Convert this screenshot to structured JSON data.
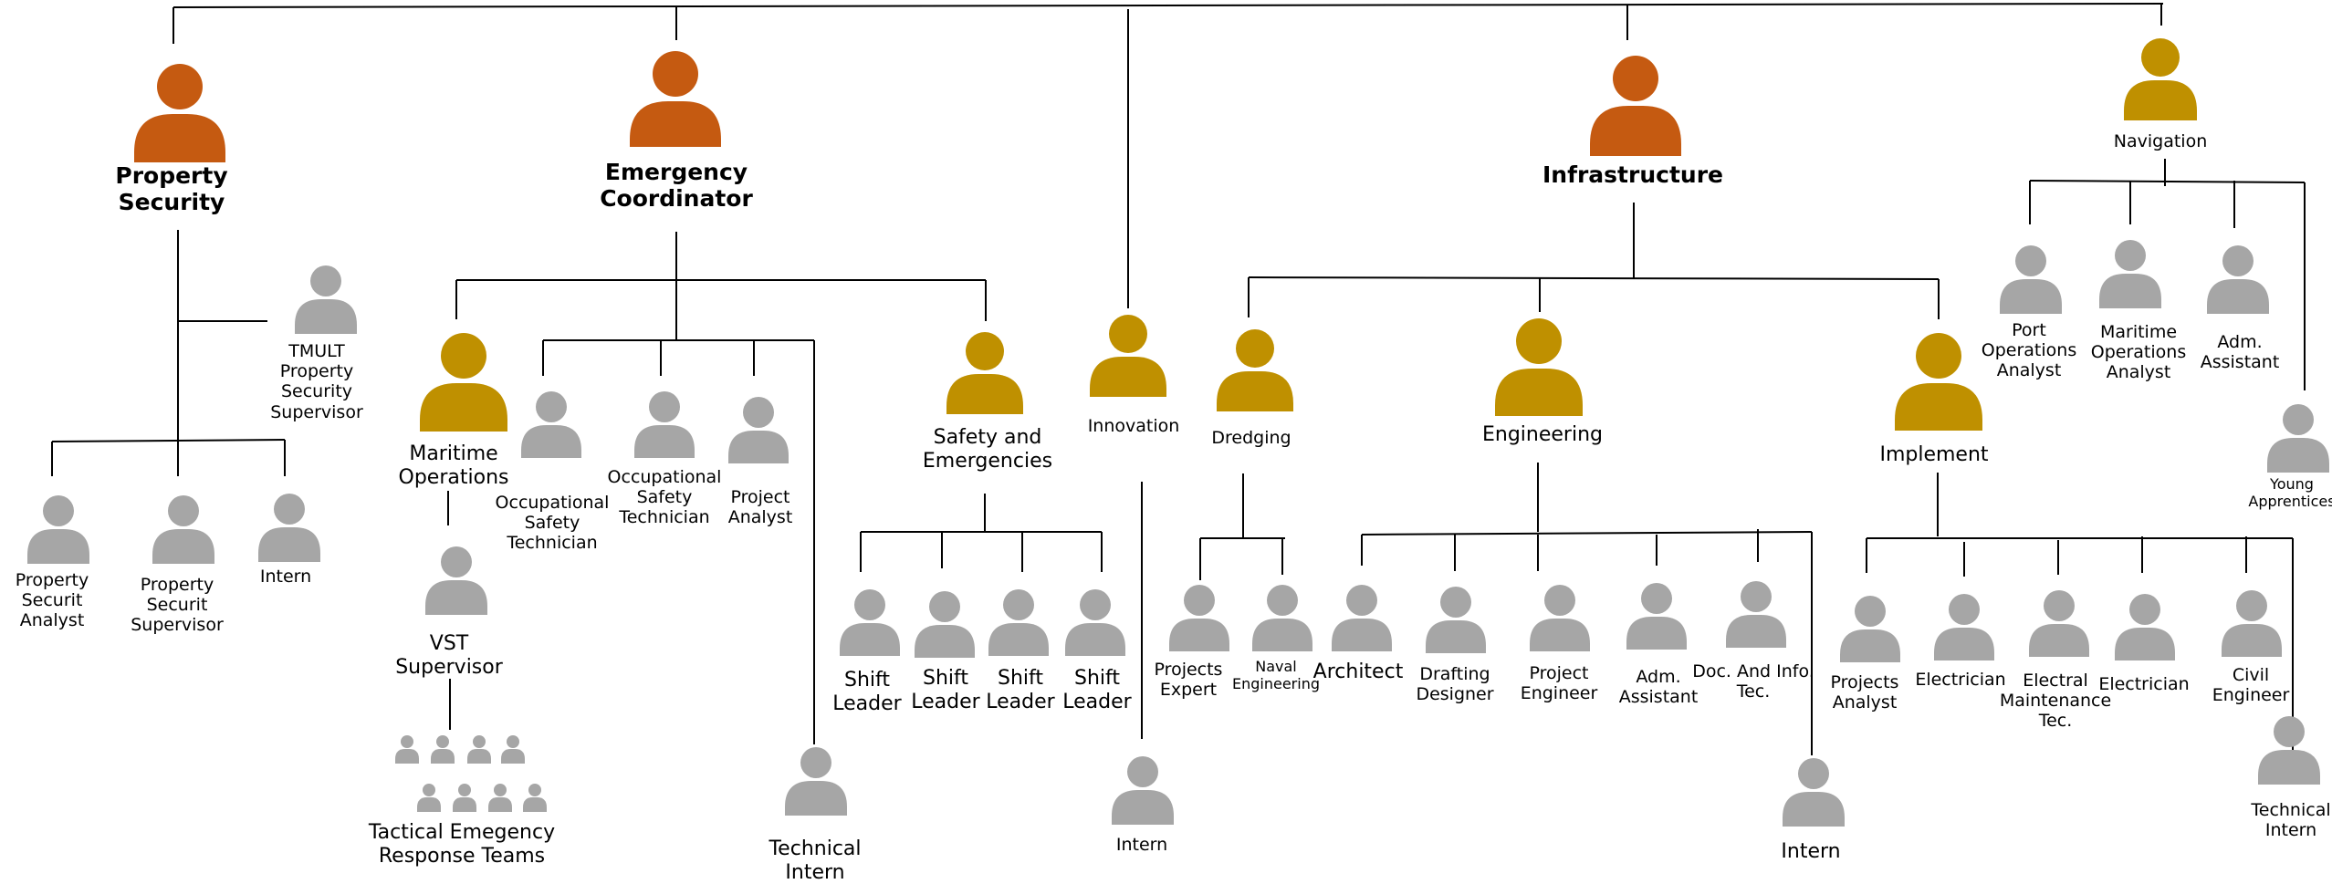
{
  "colors": {
    "head": "#C55A11",
    "manager": "#BF9000",
    "staff": "#A6A6A6",
    "line": "#000000"
  },
  "departments": {
    "property_security": "Property\nSecurity",
    "emergency_coordinator": "Emergency\nCoordinator",
    "infrastructure": "Infrastructure",
    "navigation": "Navigation"
  },
  "property_security": {
    "tmult_supervisor": "TMULT\nProperty\nSecurity\nSupervisor",
    "securit_analyst": "Property\nSecurit\nAnalyst",
    "securit_supervisor": "Property\nSecurit\nSupervisor",
    "intern": "Intern"
  },
  "emergency": {
    "maritime_operations": "Maritime\nOperations",
    "vst_supervisor": "VST\nSupervisor",
    "tactical_teams": "Tactical Emegency\nResponse Teams",
    "occ_safety_tech_1": "Occupational\nSafety\nTechnician",
    "occ_safety_tech_2": "Occupational\nSafety\nTechnician",
    "project_analyst": "Project\nAnalyst",
    "technical_intern": "Technical\nIntern",
    "safety_emergencies": "Safety and\nEmergencies",
    "shift_leader": "Shift\nLeader"
  },
  "innovation": {
    "title": "Innovation",
    "intern": "Intern"
  },
  "infrastructure": {
    "dredging": "Dredging",
    "projects_expert": "Projects\nExpert",
    "naval_engineering": "Naval\nEngineering",
    "engineering": "Engineering",
    "architect": "Architect",
    "drafting_designer": "Drafting\nDesigner",
    "project_engineer": "Project\nEngineer",
    "adm_assistant": "Adm.\nAssistant",
    "doc_info_tec": "Doc. And Info.\nTec.",
    "intern": "Intern",
    "implement": "Implement",
    "projects_analyst": "Projects\nAnalyst",
    "electrician": "Electrician",
    "electral_maintenance": "Electral\nMaintenance\nTec.",
    "civil_engineer": "Civil\nEngineer",
    "technical_intern": "Technical\nIntern"
  },
  "navigation": {
    "port_ops_analyst": "Port\nOperations\nAnalyst",
    "maritime_ops_analyst": "Maritime\nOperations\nAnalyst",
    "adm_assistant": "Adm.\nAssistant",
    "young_apprentices": "Young\nApprentices"
  }
}
